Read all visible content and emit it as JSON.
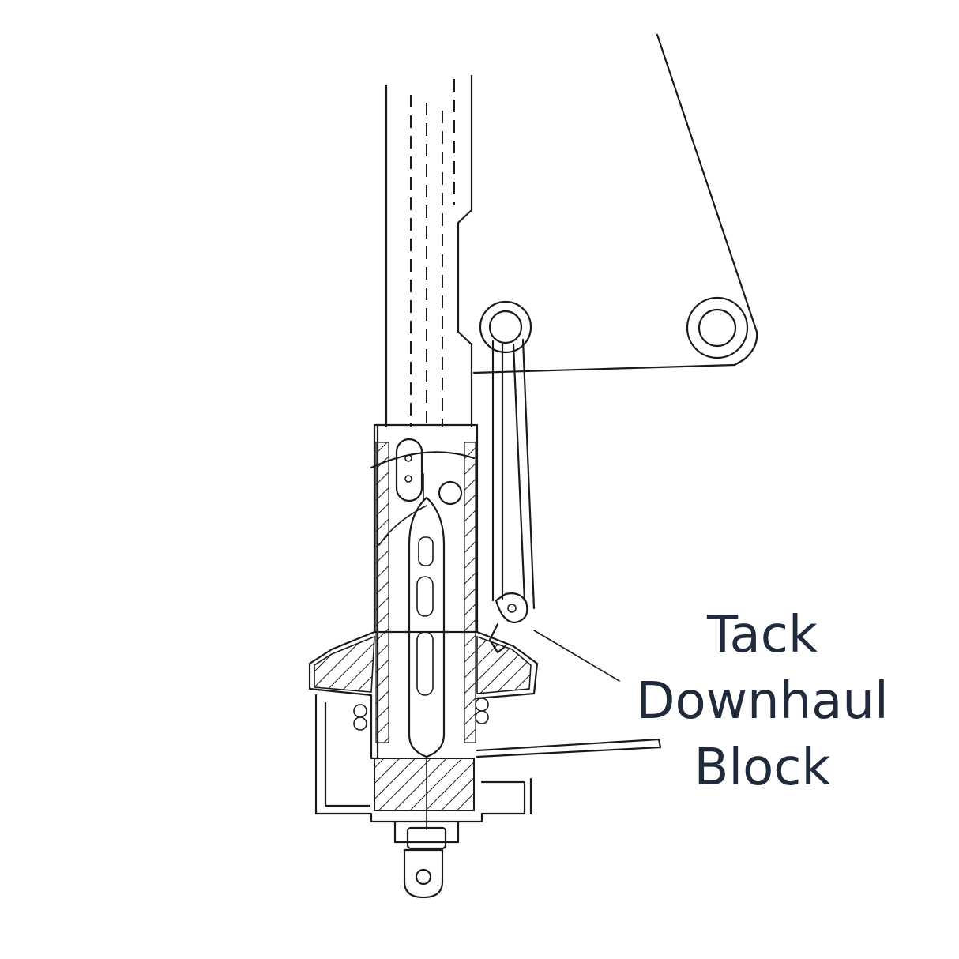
{
  "labels": {
    "line1": "Tack",
    "line2": "Downhaul",
    "line3": "Block"
  },
  "colors": {
    "ink": "#1a1a1a",
    "label": "#1f2a3a",
    "background": "#ffffff"
  }
}
